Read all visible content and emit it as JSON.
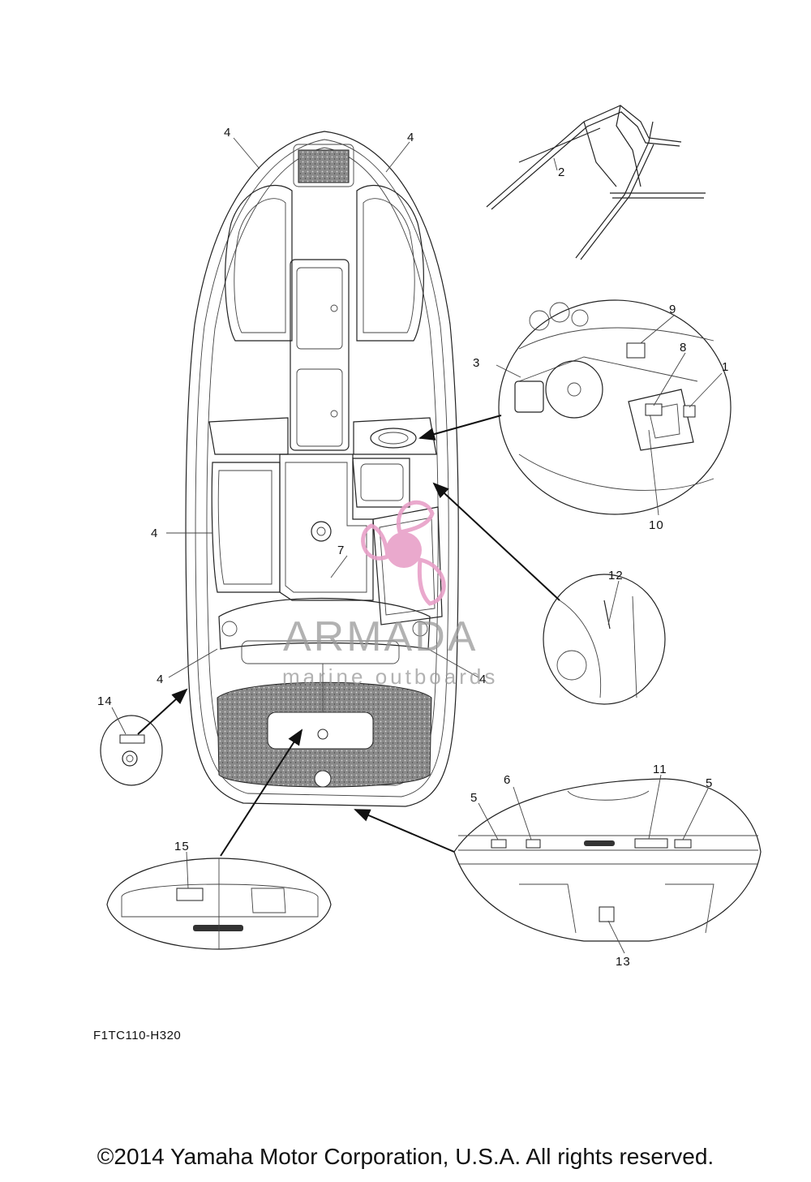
{
  "callouts": [
    "1",
    "2",
    "3",
    "4",
    "5",
    "6",
    "7",
    "8",
    "9",
    "10",
    "11",
    "12",
    "13",
    "14",
    "15"
  ],
  "watermark": {
    "brand": "ARMADA",
    "tagline": "marine outboards",
    "logo_color": "#e8a0c8"
  },
  "figure_code": "F1TC110-H320",
  "copyright": "©2014 Yamaha Motor Corporation, U.S.A. All rights reserved."
}
